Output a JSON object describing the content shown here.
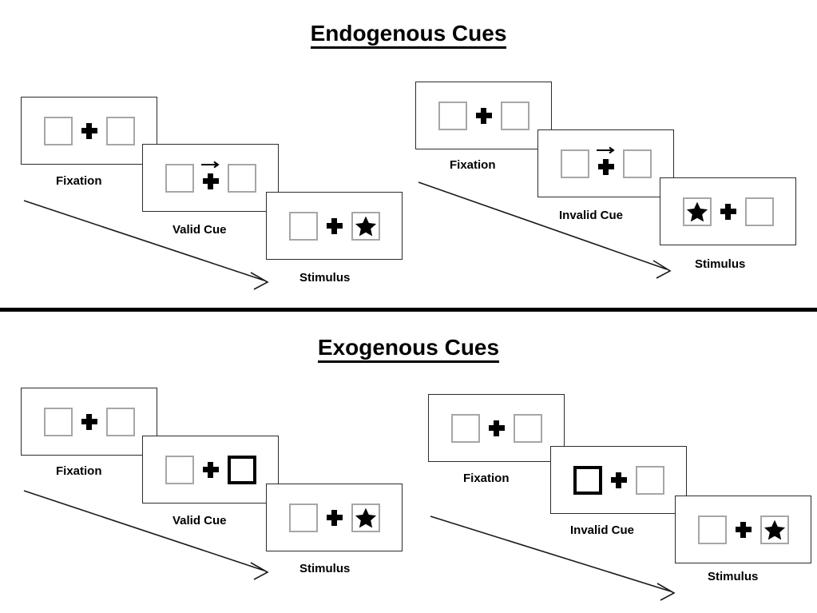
{
  "figure": {
    "title_top": "Endogenous Cues",
    "title_bottom": "Exogenous Cues",
    "divider_color": "#000000",
    "box_border_color": "#a6a6a6",
    "cued_box_border_color": "#000000",
    "panel_border_color": "#2b2b2b"
  },
  "icons": {
    "fixation_cross": "plus-icon",
    "cue_arrow": "arrow-right-icon",
    "target": "star-icon"
  },
  "sections": [
    {
      "id": "endogenous",
      "title": "Endogenous Cues",
      "columns": [
        {
          "id": "endogenous-valid",
          "frames": [
            {
              "label": "Fixation",
              "left_box": "empty",
              "right_box": "empty",
              "cue": "none"
            },
            {
              "label": "Valid Cue",
              "left_box": "empty",
              "right_box": "empty",
              "cue": "arrow-right"
            },
            {
              "label": "Stimulus",
              "left_box": "empty",
              "right_box": "star",
              "cue": "none"
            }
          ]
        },
        {
          "id": "endogenous-invalid",
          "frames": [
            {
              "label": "Fixation",
              "left_box": "empty",
              "right_box": "empty",
              "cue": "none"
            },
            {
              "label": "Invalid Cue",
              "left_box": "empty",
              "right_box": "empty",
              "cue": "arrow-right"
            },
            {
              "label": "Stimulus",
              "left_box": "star",
              "right_box": "empty",
              "cue": "none"
            }
          ]
        }
      ]
    },
    {
      "id": "exogenous",
      "title": "Exogenous Cues",
      "columns": [
        {
          "id": "exogenous-valid",
          "frames": [
            {
              "label": "Fixation",
              "left_box": "empty",
              "right_box": "empty",
              "cue": "none"
            },
            {
              "label": "Valid Cue",
              "left_box": "empty",
              "right_box": "cued",
              "cue": "none"
            },
            {
              "label": "Stimulus",
              "left_box": "empty",
              "right_box": "star",
              "cue": "none"
            }
          ]
        },
        {
          "id": "exogenous-invalid",
          "frames": [
            {
              "label": "Fixation",
              "left_box": "empty",
              "right_box": "empty",
              "cue": "none"
            },
            {
              "label": "Invalid Cue",
              "left_box": "cued",
              "right_box": "empty",
              "cue": "none"
            },
            {
              "label": "Stimulus",
              "left_box": "empty",
              "right_box": "star",
              "cue": "none"
            }
          ]
        }
      ]
    }
  ],
  "labels": {
    "fixation": "Fixation",
    "valid_cue": "Valid Cue",
    "invalid_cue": "Invalid Cue",
    "stimulus": "Stimulus"
  }
}
